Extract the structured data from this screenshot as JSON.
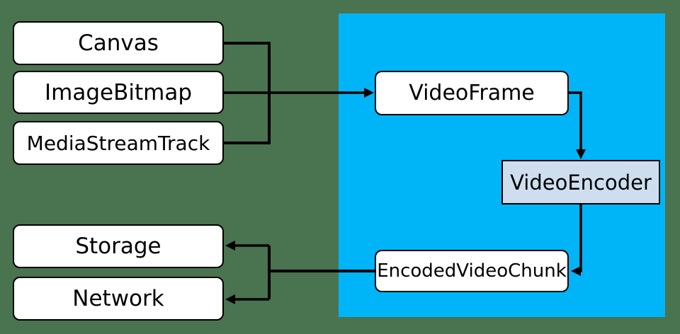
{
  "diagram": {
    "type": "flow-diagram",
    "nodes": {
      "canvas": {
        "label": "Canvas"
      },
      "image_bitmap": {
        "label": "ImageBitmap"
      },
      "media_stream_track": {
        "label": "MediaStreamTrack"
      },
      "video_frame": {
        "label": "VideoFrame"
      },
      "video_encoder": {
        "label": "VideoEncoder"
      },
      "encoded_video_chunk": {
        "label": "EncodedVideoChunk"
      },
      "storage": {
        "label": "Storage"
      },
      "network": {
        "label": "Network"
      }
    },
    "edges": [
      {
        "from": "Canvas",
        "to": "VideoFrame"
      },
      {
        "from": "ImageBitmap",
        "to": "VideoFrame"
      },
      {
        "from": "MediaStreamTrack",
        "to": "VideoFrame"
      },
      {
        "from": "VideoFrame",
        "to": "VideoEncoder"
      },
      {
        "from": "VideoEncoder",
        "to": "EncodedVideoChunk"
      },
      {
        "from": "EncodedVideoChunk",
        "to": "Storage"
      },
      {
        "from": "EncodedVideoChunk",
        "to": "Network"
      }
    ],
    "colors": {
      "background": "#4a7350",
      "api_region": "#00b5f7",
      "node_fill": "#ffffff",
      "encoder_fill": "#cfdeef",
      "border": "#000000",
      "connector": "#000000",
      "text": "#000000"
    }
  }
}
